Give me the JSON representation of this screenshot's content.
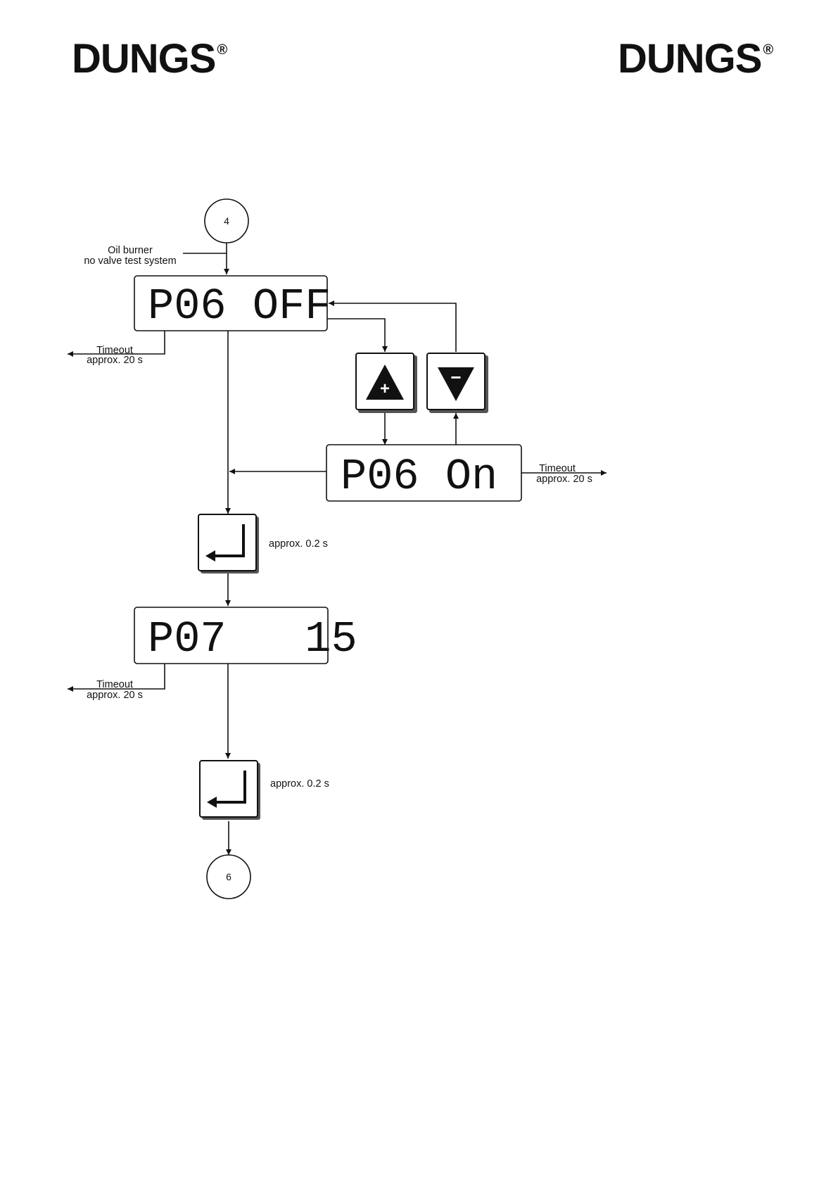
{
  "header": {
    "logo_left": "DUNGS",
    "logo_right": "DUNGS",
    "registered_mark": "®"
  },
  "flow": {
    "connector_in": "4",
    "connector_out": "6",
    "entry_note_line1": "Oil burner",
    "entry_note_line2": "no valve test system",
    "display_p06_off": "P06 OFF",
    "display_p06_on": "P06 On",
    "display_p07": "P07   15",
    "timeout_label": "Timeout",
    "timeout_duration": "approx. 20 s",
    "enter_duration": "approx. 0.2 s",
    "plus_symbol": "+",
    "minus_symbol": "−"
  },
  "icons": {
    "plus_key": "plus-key-icon",
    "minus_key": "minus-key-icon",
    "enter_key": "enter-key-icon"
  },
  "colors": {
    "ink": "#111111",
    "background": "#ffffff"
  }
}
